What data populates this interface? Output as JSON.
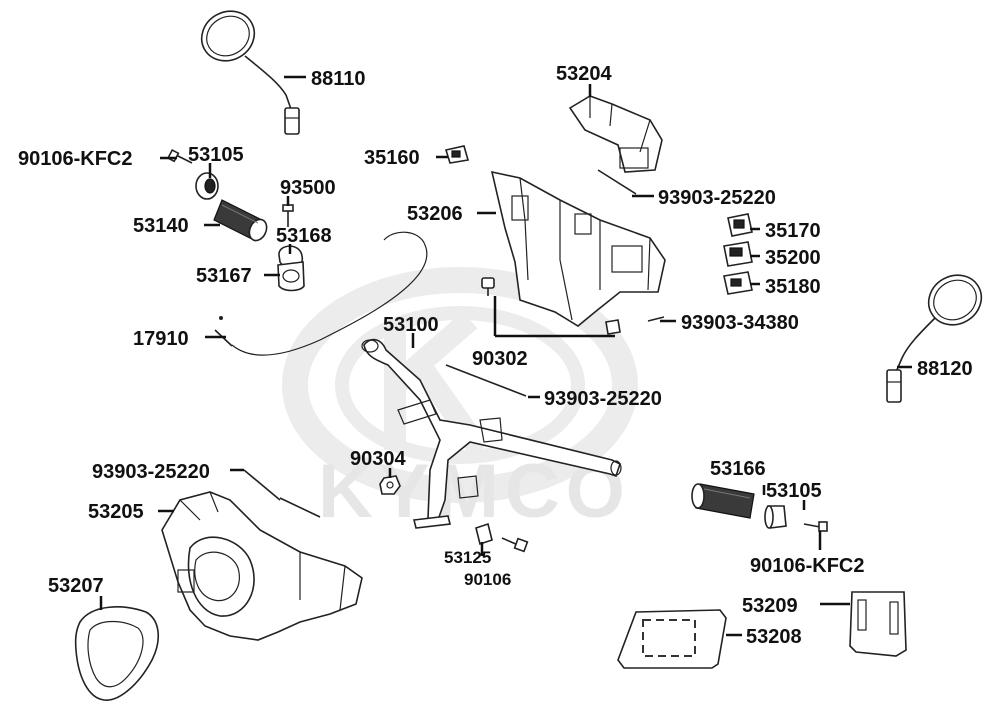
{
  "watermark": {
    "brand": "KYMCO",
    "logo": "kymco-logo"
  },
  "parts": [
    {
      "id": "p-88110",
      "number": "88110"
    },
    {
      "id": "p-53204",
      "number": "53204"
    },
    {
      "id": "p-90106-kfc2-left",
      "number": "90106-KFC2"
    },
    {
      "id": "p-53105-left",
      "number": "53105"
    },
    {
      "id": "p-35160",
      "number": "35160"
    },
    {
      "id": "p-93500",
      "number": "93500"
    },
    {
      "id": "p-93903-25220-a",
      "number": "93903-25220"
    },
    {
      "id": "p-53140",
      "number": "53140"
    },
    {
      "id": "p-53206",
      "number": "53206"
    },
    {
      "id": "p-53168",
      "number": "53168"
    },
    {
      "id": "p-35170",
      "number": "35170"
    },
    {
      "id": "p-35200",
      "number": "35200"
    },
    {
      "id": "p-53167",
      "number": "53167"
    },
    {
      "id": "p-35180",
      "number": "35180"
    },
    {
      "id": "p-53100",
      "number": "53100"
    },
    {
      "id": "p-93903-34380",
      "number": "93903-34380"
    },
    {
      "id": "p-17910",
      "number": "17910"
    },
    {
      "id": "p-90302",
      "number": "90302"
    },
    {
      "id": "p-88120",
      "number": "88120"
    },
    {
      "id": "p-93903-25220-b",
      "number": "93903-25220"
    },
    {
      "id": "p-90304",
      "number": "90304"
    },
    {
      "id": "p-93903-25220-c",
      "number": "93903-25220"
    },
    {
      "id": "p-53166",
      "number": "53166"
    },
    {
      "id": "p-53105-right",
      "number": "53105"
    },
    {
      "id": "p-53205",
      "number": "53205"
    },
    {
      "id": "p-53125",
      "number": "53125"
    },
    {
      "id": "p-90106",
      "number": "90106"
    },
    {
      "id": "p-90106-kfc2-right",
      "number": "90106-KFC2"
    },
    {
      "id": "p-53207",
      "number": "53207"
    },
    {
      "id": "p-53209",
      "number": "53209"
    },
    {
      "id": "p-53208",
      "number": "53208"
    }
  ]
}
